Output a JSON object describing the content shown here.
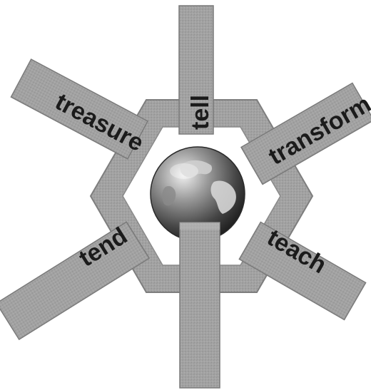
{
  "diagram": {
    "words": {
      "tell": "tell",
      "treasure": "treasure",
      "transform": "transform",
      "tend": "tend",
      "teach": "teach"
    },
    "colors": {
      "band": "#9b9b9b",
      "band_edge": "#7e7e7e",
      "hex_fill": "#a6a6a6",
      "inner": "#ffffff",
      "text": "#1b1b1b",
      "globe_dark": "#2b2b2b",
      "globe_light": "#d8d8d8"
    },
    "icons": [
      "globe-icon"
    ]
  }
}
